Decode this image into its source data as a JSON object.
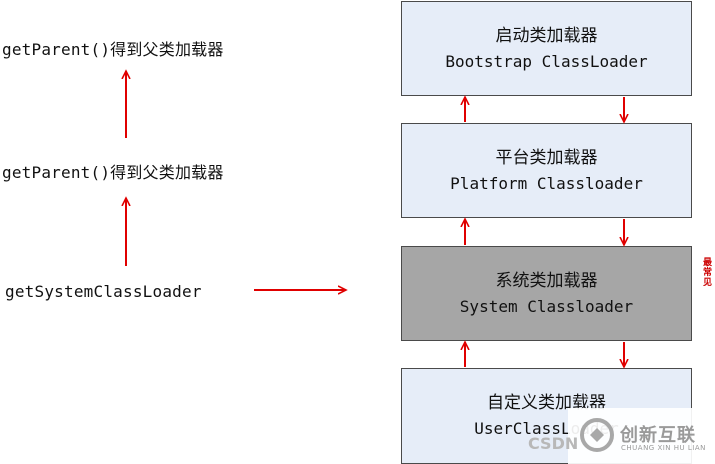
{
  "left_labels": {
    "get_parent_top": "getParent()得到父类加载器",
    "get_parent_mid": "getParent()得到父类加载器",
    "get_system": "getSystemClassLoader"
  },
  "boxes": [
    {
      "title": "启动类加载器",
      "subtitle": "Bootstrap ClassLoader"
    },
    {
      "title": "平台类加载器",
      "subtitle": "Platform Classloader"
    },
    {
      "title": "系统类加载器",
      "subtitle": "System Classloader"
    },
    {
      "title": "自定义类加载器",
      "subtitle": "UserClassLoader"
    }
  ],
  "side_note": "最常见",
  "watermark": {
    "csdn": "CSDN",
    "brand_cn": "创新互联",
    "brand_en": "CHUANG XIN HU LIAN",
    "logo_icon": "chuangxin-logo-icon"
  },
  "colors": {
    "arrow": "#e00000",
    "box_light": "#e6edf8",
    "box_dark": "#a6a6a6"
  }
}
